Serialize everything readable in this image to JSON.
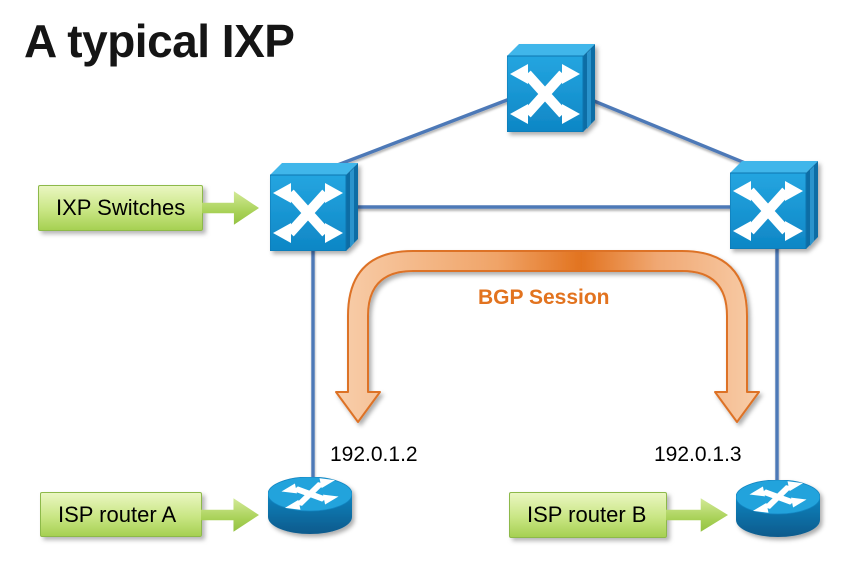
{
  "title": "A typical IXP",
  "diagram": {
    "callouts": [
      {
        "label": "IXP Switches"
      },
      {
        "label": "ISP router A"
      },
      {
        "label": "ISP router B"
      }
    ],
    "bgp_label": "BGP Session",
    "routers": [
      {
        "ip": "192.0.1.2"
      },
      {
        "ip": "192.0.1.3"
      }
    ],
    "colors": {
      "switch_front": "#1295D5",
      "switch_top": "#41B6EA",
      "switch_side": "#0B6DA5",
      "router_top": "#23A3DC",
      "router_side": "#0F72AC",
      "link_line": "#4E79B7",
      "callout_green": "#A6D052",
      "callout_border": "#8DB94A",
      "bgp_orange": "#E2731F",
      "bgp_fill_light": "#F8CEAB",
      "title_text": "#151515"
    }
  }
}
